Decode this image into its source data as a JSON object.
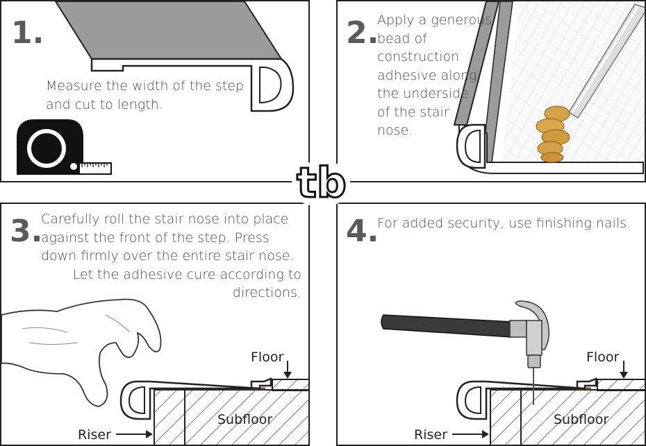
{
  "steps": [
    {
      "number": "1.",
      "text_lines": [
        "Measure the width of the step",
        "and cut to length."
      ]
    },
    {
      "number": "2.",
      "text_lines": [
        "Apply a generous",
        "bead of",
        "construction",
        "adhesive along",
        "the underside",
        "of the stair",
        "nose."
      ]
    },
    {
      "number": "3.",
      "text_lines": [
        "Carefully roll the stair nose into place",
        "against the front of the step.  Press",
        "down firmly over the entire stair nose.",
        "Let the adhesive cure according to",
        "directions."
      ]
    },
    {
      "number": "4.",
      "text_lines": [
        "For added security, use finishing nails."
      ]
    }
  ],
  "labels": {
    "floor": "Floor",
    "riser": "Riser",
    "subfloor": "Subfloor"
  },
  "logo": {
    "text": "tb"
  },
  "icons": [
    "tape-measure-icon",
    "adhesive-tube-icon",
    "hand-icon",
    "hammer-icon",
    "nail-icon"
  ],
  "colors": {
    "border": "#222222",
    "stair_nose": "#9a9a9a",
    "adhesive": "#d4a24a",
    "text": "#4a4a4a"
  }
}
